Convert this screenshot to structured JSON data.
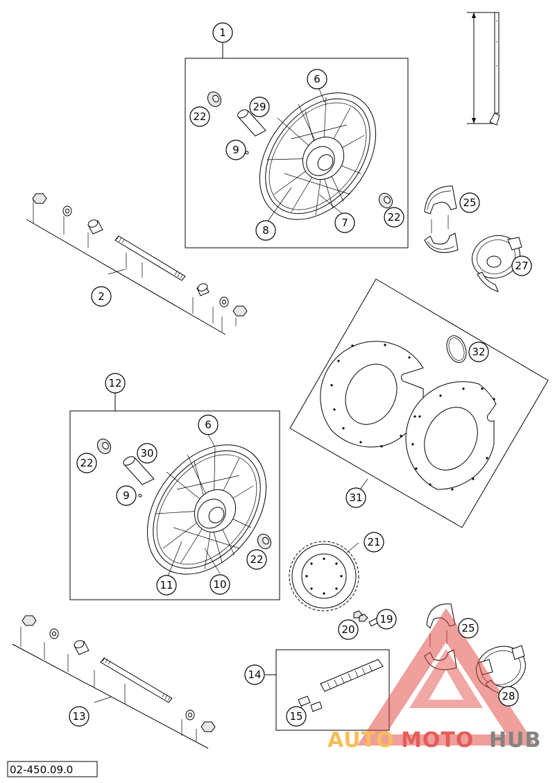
{
  "diagram_code": "02-450.09.0",
  "watermark": {
    "part1": "AUTO",
    "part2": "MOTO",
    "part3": "HUB",
    "color_orange": "#f5b43c",
    "color_red": "#e0423c",
    "color_grey": "#6e6e6e"
  },
  "callouts": [
    "1",
    "6",
    "22",
    "29",
    "9",
    "8",
    "7",
    "22",
    "25",
    "27",
    "2",
    "32",
    "31",
    "12",
    "6",
    "22",
    "30",
    "9",
    "22",
    "11",
    "10",
    "21",
    "20",
    "19",
    "25",
    "14",
    "15",
    "28",
    "13"
  ]
}
